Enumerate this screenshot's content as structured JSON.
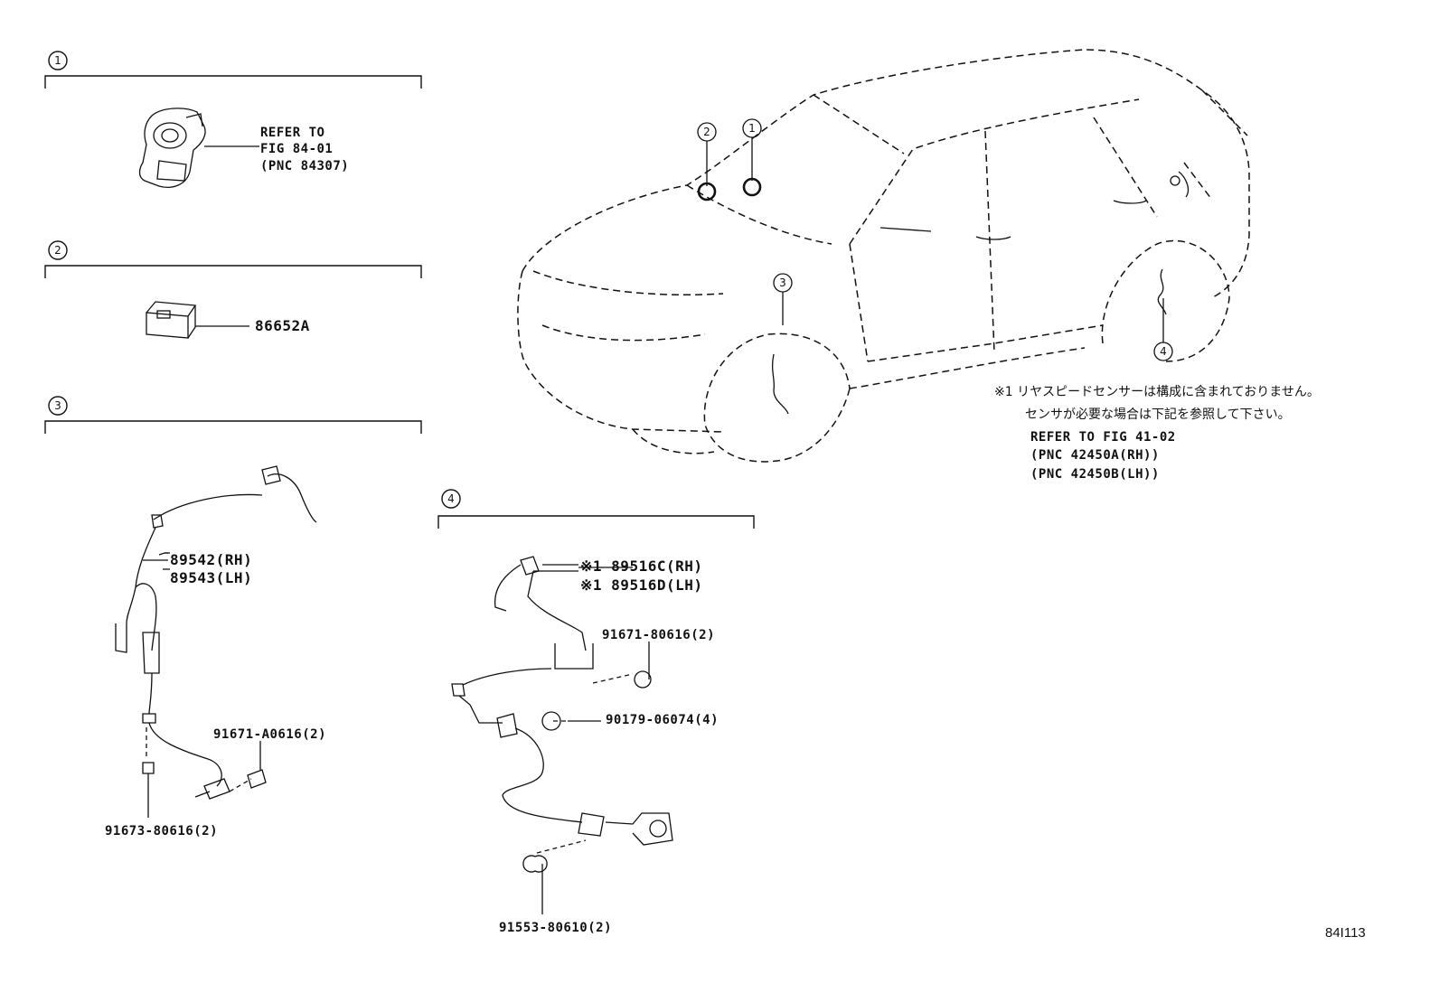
{
  "sections": [
    {
      "number": "1",
      "lines": [
        "REFER TO",
        "FIG 84-01",
        "(PNC 84307)"
      ]
    },
    {
      "number": "2",
      "part": "86652A"
    },
    {
      "number": "3",
      "parts": [
        "89542(RH)",
        "89543(LH)",
        "91671-A0616(2)",
        "91673-80616(2)"
      ]
    },
    {
      "number": "4",
      "parts": [
        "※1 89516C(RH)",
        "※1 89516D(LH)",
        "91671-80616(2)",
        "90179-06074(4)",
        "91553-80610(2)"
      ]
    }
  ],
  "car_callouts": [
    "2",
    "1",
    "3",
    "4"
  ],
  "note": {
    "line1": "※1 リヤスピードセンサーは構成に含まれておりません。",
    "line2": "センサが必要な場合は下記を参照して下さい。",
    "line3": "REFER TO FIG 41-02",
    "line4": "(PNC 42450A(RH))",
    "line5": "(PNC 42450B(LH))"
  },
  "figure_id": "84I113"
}
